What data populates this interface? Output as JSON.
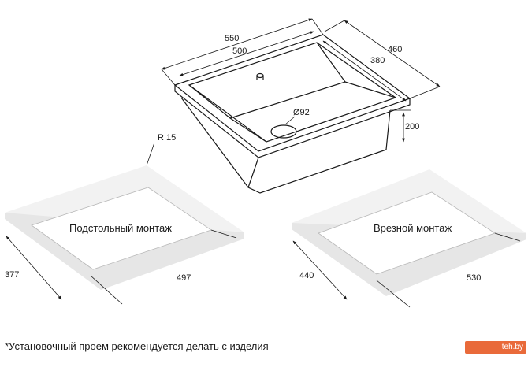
{
  "sink": {
    "dim_outer_width": "550",
    "dim_inner_width": "500",
    "dim_outer_depth": "460",
    "dim_inner_depth": "380",
    "dim_drain": "Ø92",
    "dim_height": "200"
  },
  "undermount": {
    "radius": "R 15",
    "caption": "Подстольный монтаж",
    "dim_depth": "377",
    "dim_width": "497"
  },
  "topmount": {
    "caption": "Врезной монтаж",
    "dim_depth": "440",
    "dim_width": "530"
  },
  "footnote": "*Установочный проем рекомендуется делать с изделия",
  "badge": "teh.by",
  "colors": {
    "line": "#1a1a1a",
    "badge": "#e96a3a"
  }
}
